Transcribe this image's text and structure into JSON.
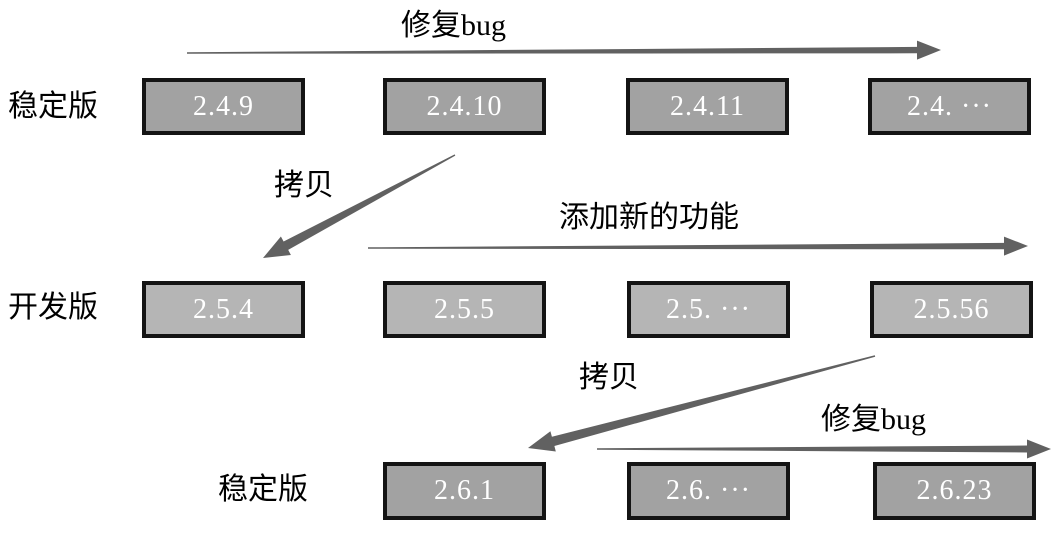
{
  "diagram": {
    "title": "version-branching-diagram",
    "rows": [
      {
        "id": "stable-2-4",
        "label": "稳定版",
        "kind": "stable",
        "boxes": [
          "2.4.9",
          "2.4.10",
          "2.4.11",
          "2.4. ···"
        ]
      },
      {
        "id": "dev-2-5",
        "label": "开发版",
        "kind": "development",
        "boxes": [
          "2.5.4",
          "2.5.5",
          "2.5. ···",
          "2.5.56"
        ]
      },
      {
        "id": "stable-2-6",
        "label": "稳定版",
        "kind": "stable",
        "boxes": [
          "2.6.1",
          "2.6. ···",
          "2.6.23"
        ]
      }
    ],
    "arrows": [
      {
        "id": "fix-bug-top",
        "label": "修复bug",
        "direction": "right",
        "row": "stable-2-4"
      },
      {
        "id": "copy-1",
        "label": "拷贝",
        "direction": "down-left",
        "from": "2.4.10",
        "to": "2.5.4"
      },
      {
        "id": "add-features",
        "label": "添加新的功能",
        "direction": "right",
        "row": "dev-2-5"
      },
      {
        "id": "copy-2",
        "label": "拷贝",
        "direction": "down-left",
        "from": "2.5.56",
        "to": "2.6.1"
      },
      {
        "id": "fix-bug-bottom",
        "label": "修复bug",
        "direction": "right",
        "row": "stable-2-6"
      }
    ],
    "colors": {
      "stable_box_fill": "#a2a2a2",
      "dev_box_fill": "#b5b5b5",
      "box_border": "#141414",
      "box_text": "#ffffff",
      "arrow": "#616161",
      "label_text": "#000000",
      "background": "#ffffff"
    }
  }
}
